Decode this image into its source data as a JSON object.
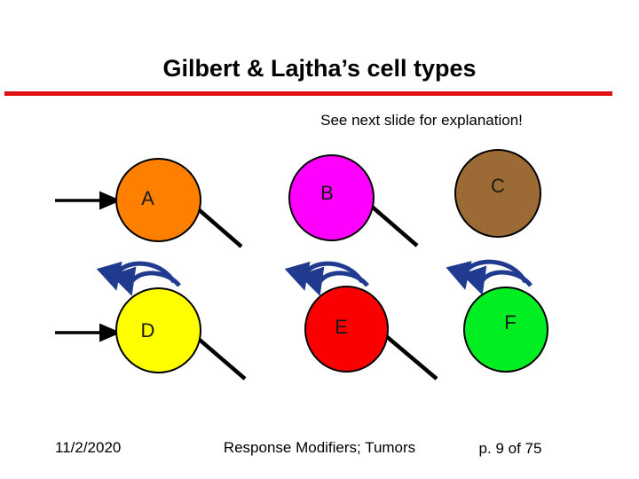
{
  "slide": {
    "title": "Gilbert & Lajtha’s cell types",
    "subtitle": "See next slide for explanation!",
    "rule_color": "#dd1111"
  },
  "diagram": {
    "nodes": [
      {
        "id": "A",
        "label": "A",
        "color": "#ff8000",
        "color_name": "orange",
        "row": 1,
        "column": 1
      },
      {
        "id": "B",
        "label": "B",
        "color": "#ff00ff",
        "color_name": "magenta",
        "row": 1,
        "column": 2
      },
      {
        "id": "C",
        "label": "C",
        "color": "#9c6b35",
        "color_name": "brown",
        "row": 1,
        "column": 3
      },
      {
        "id": "D",
        "label": "D",
        "color": "#ffff00",
        "color_name": "yellow",
        "row": 2,
        "column": 1
      },
      {
        "id": "E",
        "label": "E",
        "color": "#fb0000",
        "color_name": "red",
        "row": 2,
        "column": 2
      },
      {
        "id": "F",
        "label": "F",
        "color": "#00ee22",
        "color_name": "green",
        "row": 2,
        "column": 3
      }
    ],
    "connectors": {
      "inflow_arrow_color": "#000000",
      "outflow_line_color": "#000000",
      "recycle_arc_color": "#1f3a8f",
      "inflow_targets": [
        "A",
        "D"
      ],
      "outflow_sources": [
        "A",
        "B",
        "D",
        "E"
      ],
      "recycle_arc_targets": [
        "D",
        "E",
        "F"
      ]
    }
  },
  "footer": {
    "date": "11/2/2020",
    "center": "Response Modifiers; Tumors",
    "page": "p. 9 of 75"
  }
}
